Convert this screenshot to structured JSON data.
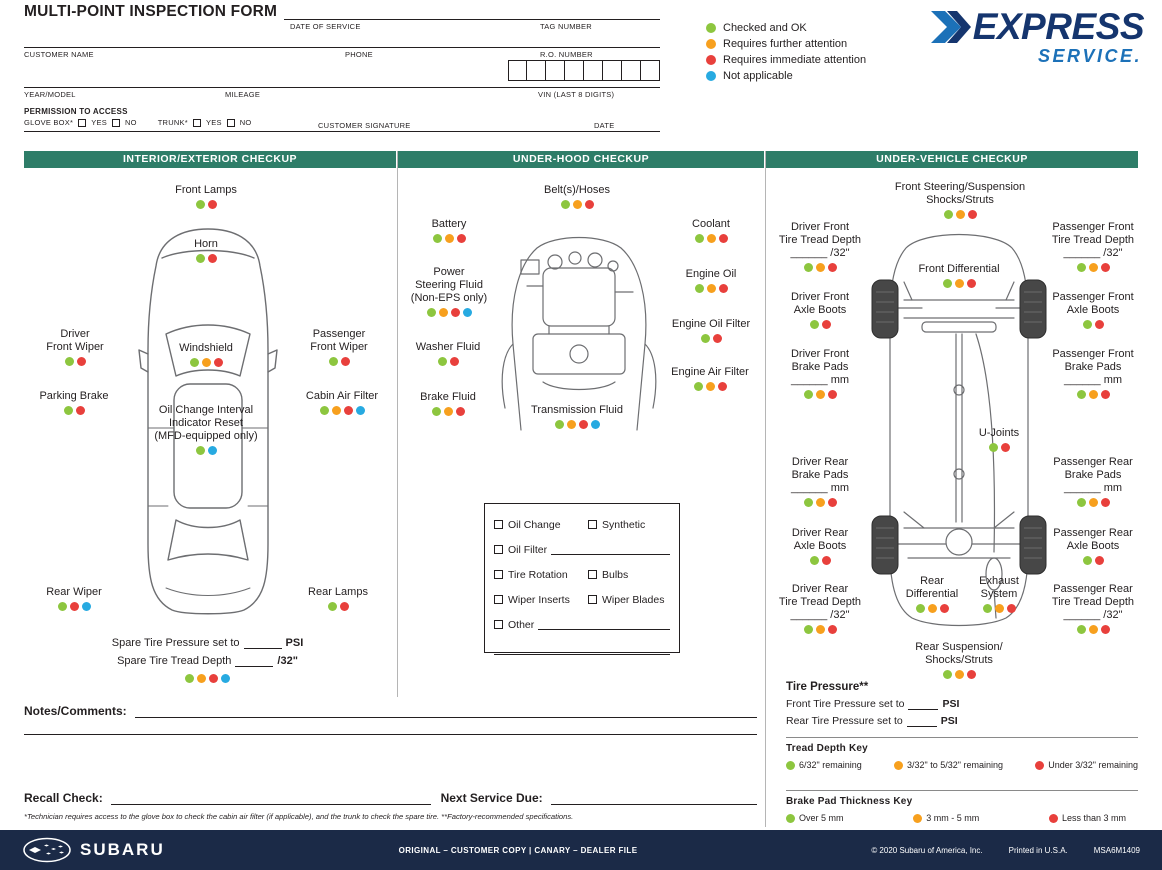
{
  "colors": {
    "green": "#8DC63F",
    "yellow": "#F7A01E",
    "red": "#E8403C",
    "blue": "#27AAE1",
    "teal": "#2E7D68",
    "navy": "#1B2A47",
    "express_navy": "#15356E",
    "express_blue": "#1C71B8"
  },
  "header": {
    "title": "MULTI-POINT INSPECTION FORM",
    "fields": {
      "date_of_service": "DATE OF SERVICE",
      "tag_number": "TAG NUMBER",
      "customer_name": "CUSTOMER NAME",
      "phone": "PHONE",
      "ro_number": "R.O. NUMBER",
      "year_model": "YEAR/MODEL",
      "mileage": "MILEAGE",
      "vin": "VIN (LAST 8 DIGITS)",
      "permission": "PERMISSION TO ACCESS",
      "glove_box": "GLOVE BOX*",
      "trunk": "TRUNK*",
      "yes": "YES",
      "no": "NO",
      "customer_signature": "CUSTOMER SIGNATURE",
      "date": "DATE"
    }
  },
  "legend": [
    {
      "color": "green",
      "label": "Checked and OK"
    },
    {
      "color": "yellow",
      "label": "Requires further attention"
    },
    {
      "color": "red",
      "label": "Requires immediate attention"
    },
    {
      "color": "blue",
      "label": "Not applicable"
    }
  ],
  "brand": {
    "express": "EXPRESS",
    "service": "SERVICE."
  },
  "interior": {
    "title": "INTERIOR/EXTERIOR CHECKUP",
    "items": [
      {
        "label": "Front Lamps",
        "dots": [
          "green",
          "red"
        ]
      },
      {
        "label": "Horn",
        "dots": [
          "green",
          "red"
        ]
      },
      {
        "label": "Driver\nFront Wiper",
        "dots": [
          "green",
          "red"
        ]
      },
      {
        "label": "Windshield",
        "dots": [
          "green",
          "yellow",
          "red"
        ]
      },
      {
        "label": "Passenger\nFront Wiper",
        "dots": [
          "green",
          "red"
        ]
      },
      {
        "label": "Parking Brake",
        "dots": [
          "green",
          "red"
        ]
      },
      {
        "label": "Cabin Air Filter",
        "dots": [
          "green",
          "yellow",
          "red",
          "blue"
        ]
      },
      {
        "label": "Oil Change Interval\nIndicator Reset\n(MFD-equipped only)",
        "dots": [
          "green",
          "blue"
        ]
      },
      {
        "label": "Rear Wiper",
        "dots": [
          "green",
          "red",
          "blue"
        ]
      },
      {
        "label": "Rear Lamps",
        "dots": [
          "green",
          "red"
        ]
      }
    ],
    "spare_pressure": {
      "text": "Spare Tire Pressure set to",
      "unit": "PSI"
    },
    "spare_tread": {
      "text": "Spare Tire Tread Depth",
      "unit": "/32\"",
      "dots": [
        "green",
        "yellow",
        "red",
        "blue"
      ]
    }
  },
  "underhood": {
    "title": "UNDER-HOOD CHECKUP",
    "items": [
      {
        "label": "Belt(s)/Hoses",
        "dots": [
          "green",
          "yellow",
          "red"
        ]
      },
      {
        "label": "Battery",
        "dots": [
          "green",
          "yellow",
          "red"
        ]
      },
      {
        "label": "Coolant",
        "dots": [
          "green",
          "yellow",
          "red"
        ]
      },
      {
        "label": "Power\nSteering Fluid\n(Non-EPS only)",
        "dots": [
          "green",
          "yellow",
          "red",
          "blue"
        ]
      },
      {
        "label": "Engine Oil",
        "dots": [
          "green",
          "yellow",
          "red"
        ]
      },
      {
        "label": "Washer Fluid",
        "dots": [
          "green",
          "red"
        ]
      },
      {
        "label": "Engine Oil Filter",
        "dots": [
          "green",
          "red"
        ]
      },
      {
        "label": "Brake Fluid",
        "dots": [
          "green",
          "yellow",
          "red"
        ]
      },
      {
        "label": "Engine Air Filter",
        "dots": [
          "green",
          "yellow",
          "red"
        ]
      },
      {
        "label": "Transmission Fluid",
        "dots": [
          "green",
          "yellow",
          "red",
          "blue"
        ]
      }
    ],
    "services": {
      "oil_change": "Oil Change",
      "synthetic": "Synthetic",
      "oil_filter": "Oil Filter",
      "tire_rotation": "Tire Rotation",
      "bulbs": "Bulbs",
      "wiper_inserts": "Wiper Inserts",
      "wiper_blades": "Wiper Blades",
      "other": "Other"
    }
  },
  "undervehicle": {
    "title": "UNDER-VEHICLE CHECKUP",
    "items": [
      {
        "label": "Front Steering/Suspension\nShocks/Struts",
        "dots": [
          "green",
          "yellow",
          "red"
        ]
      },
      {
        "label": "Driver Front\nTire Tread Depth\n______ /32\"",
        "dots": [
          "green",
          "yellow",
          "red"
        ]
      },
      {
        "label": "Passenger Front\nTire Tread Depth\n______ /32\"",
        "dots": [
          "green",
          "yellow",
          "red"
        ]
      },
      {
        "label": "Front Differential",
        "dots": [
          "green",
          "yellow",
          "red"
        ]
      },
      {
        "label": "Driver Front\nAxle Boots",
        "dots": [
          "green",
          "red"
        ]
      },
      {
        "label": "Passenger Front\nAxle Boots",
        "dots": [
          "green",
          "red"
        ]
      },
      {
        "label": "Driver Front\nBrake Pads\n______ mm",
        "dots": [
          "green",
          "yellow",
          "red"
        ]
      },
      {
        "label": "Passenger Front\nBrake Pads\n______ mm",
        "dots": [
          "green",
          "yellow",
          "red"
        ]
      },
      {
        "label": "U-Joints",
        "dots": [
          "green",
          "red"
        ]
      },
      {
        "label": "Driver Rear\nBrake Pads\n______ mm",
        "dots": [
          "green",
          "yellow",
          "red"
        ]
      },
      {
        "label": "Passenger Rear\nBrake Pads\n______ mm",
        "dots": [
          "green",
          "yellow",
          "red"
        ]
      },
      {
        "label": "Driver Rear\nAxle Boots",
        "dots": [
          "green",
          "red"
        ]
      },
      {
        "label": "Passenger Rear\nAxle Boots",
        "dots": [
          "green",
          "red"
        ]
      },
      {
        "label": "Driver Rear\nTire Tread Depth\n______ /32\"",
        "dots": [
          "green",
          "yellow",
          "red"
        ]
      },
      {
        "label": "Rear\nDifferential",
        "dots": [
          "green",
          "yellow",
          "red"
        ]
      },
      {
        "label": "Exhaust\nSystem",
        "dots": [
          "green",
          "yellow",
          "red"
        ]
      },
      {
        "label": "Passenger Rear\nTire Tread Depth\n______ /32\"",
        "dots": [
          "green",
          "yellow",
          "red"
        ]
      },
      {
        "label": "Rear Suspension/\nShocks/Struts",
        "dots": [
          "green",
          "yellow",
          "red"
        ]
      }
    ],
    "tire_pressure": {
      "heading": "Tire Pressure**",
      "front": "Front Tire Pressure set to",
      "rear": "Rear Tire Pressure set to",
      "unit": "PSI"
    },
    "tread_key": {
      "title": "Tread Depth Key",
      "entries": [
        {
          "color": "green",
          "label": "6/32\" remaining"
        },
        {
          "color": "yellow",
          "label": "3/32\" to 5/32\" remaining"
        },
        {
          "color": "red",
          "label": "Under 3/32\" remaining"
        }
      ]
    },
    "brake_key": {
      "title": "Brake Pad Thickness Key",
      "entries": [
        {
          "color": "green",
          "label": "Over 5 mm"
        },
        {
          "color": "yellow",
          "label": "3 mm - 5 mm"
        },
        {
          "color": "red",
          "label": "Less than 3 mm"
        }
      ]
    }
  },
  "notes": {
    "label": "Notes/Comments:",
    "recall": "Recall Check:",
    "next_service": "Next Service Due:",
    "fine_print": "*Technician requires access to the glove box to check the cabin air filter (if applicable), and the trunk to check the spare tire. **Factory-recommended specifications."
  },
  "footer": {
    "brand": "SUBARU",
    "copy_info": "ORIGINAL – CUSTOMER COPY  |  CANARY – DEALER FILE",
    "copyright": "© 2020 Subaru of America, Inc.",
    "printed": "Printed in U.S.A.",
    "form_number": "MSA6M1409"
  }
}
